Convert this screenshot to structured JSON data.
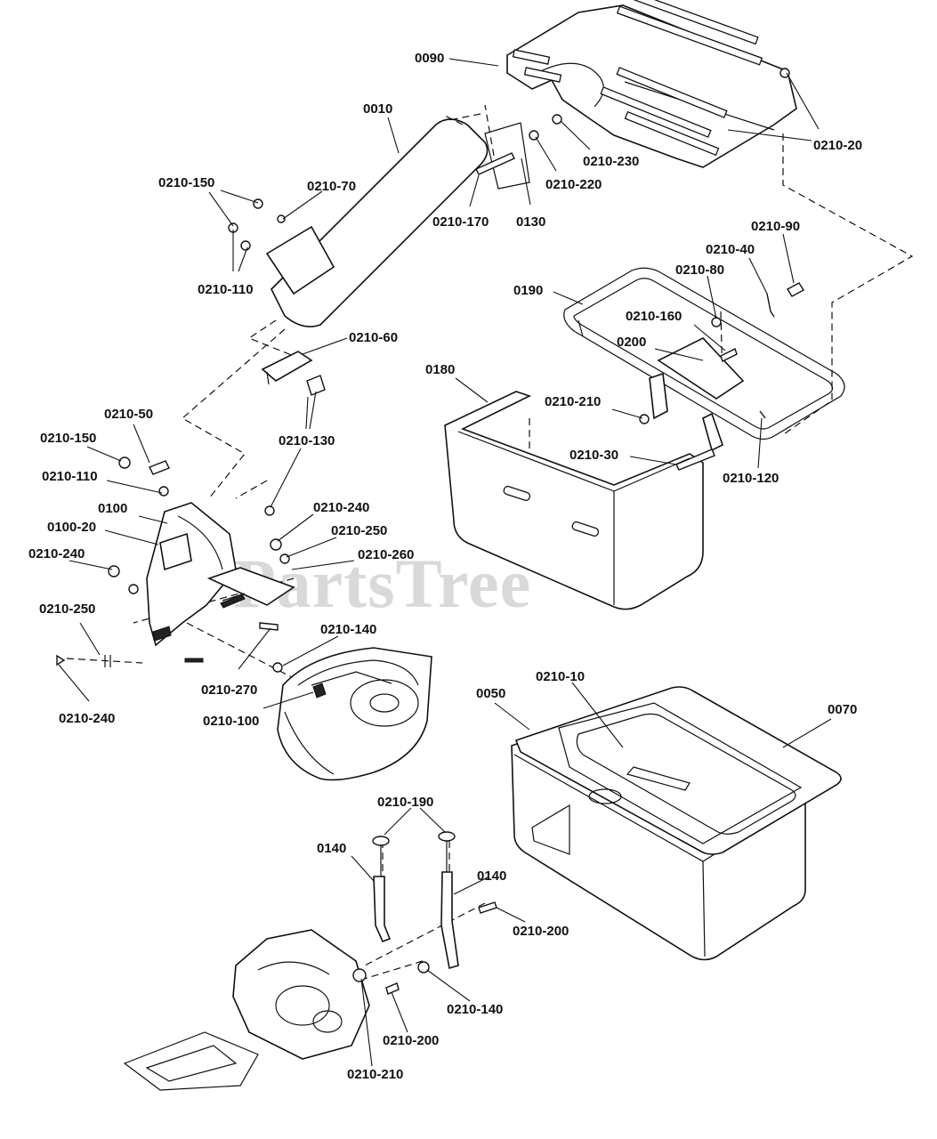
{
  "watermark": {
    "text": "PartsTree",
    "tm": "™"
  },
  "labels": {
    "l_0090": "0090",
    "l_0010": "0010",
    "l_0210_20": "0210-20",
    "l_0210_230": "0210-230",
    "l_0210_220": "0210-220",
    "l_0210_150_a": "0210-150",
    "l_0210_70": "0210-70",
    "l_0210_170": "0210-170",
    "l_0130": "0130",
    "l_0210_110_a": "0210-110",
    "l_0210_90": "0210-90",
    "l_0210_40": "0210-40",
    "l_0210_80": "0210-80",
    "l_0190": "0190",
    "l_0210_160": "0210-160",
    "l_0200": "0200",
    "l_0210_60": "0210-60",
    "l_0180": "0180",
    "l_0210_210_a": "0210-210",
    "l_0210_130": "0210-130",
    "l_0210_50": "0210-50",
    "l_0210_150_b": "0210-150",
    "l_0210_30": "0210-30",
    "l_0210_120": "0210-120",
    "l_0210_110_b": "0210-110",
    "l_0100": "0100",
    "l_0210_240_a": "0210-240",
    "l_0100_20": "0100-20",
    "l_0210_250_a": "0210-250",
    "l_0210_260": "0210-260",
    "l_0210_240_b": "0210-240",
    "l_0210_250_b": "0210-250",
    "l_0210_140_a": "0210-140",
    "l_0210_10": "0210-10",
    "l_0050": "0050",
    "l_0070": "0070",
    "l_0210_270": "0210-270",
    "l_0210_240_c": "0210-240",
    "l_0210_100": "0210-100",
    "l_0210_190": "0210-190",
    "l_0140_a": "0140",
    "l_0140_b": "0140",
    "l_0210_200_a": "0210-200",
    "l_0210_140_b": "0210-140",
    "l_0210_200_b": "0210-200",
    "l_0210_210_b": "0210-210"
  }
}
